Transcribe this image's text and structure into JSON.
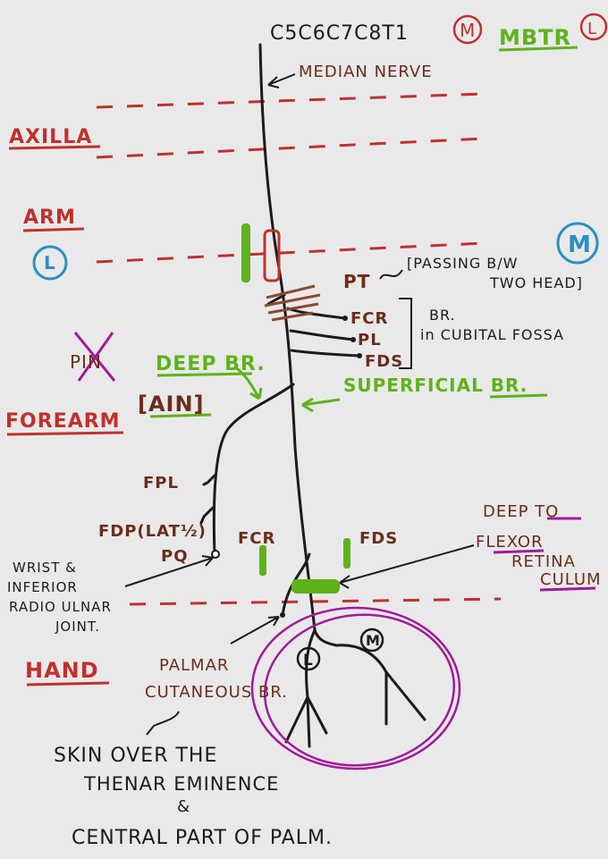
{
  "colors": {
    "ink": "#1b1b1b",
    "red": "#c0312d",
    "brown": "#6b2c1c",
    "green": "#5fb21b",
    "magenta": "#a21a9a",
    "blue": "#2a8fc4",
    "paper": "#e9e9ea"
  },
  "header": {
    "roots": "C5C6C7C8T1",
    "circle_m": "M",
    "mbtr": "MBTR",
    "circle_l": "L",
    "nerve_label": "MEDIAN NERVE"
  },
  "regions": {
    "axilla": "AXILLA",
    "arm": "ARM",
    "forearm": "FOREARM",
    "hand": "HAND"
  },
  "arm_markers": {
    "left": "L",
    "right": "M"
  },
  "branches": {
    "pt": "PT",
    "pt_note_line1": "[PASSING B/W",
    "pt_note_line2": "TWO HEAD]",
    "fcr": "FCR",
    "pl": "PL",
    "fds": "FDS",
    "cubital_line1": "BR.",
    "cubital_line2": "in CUBITAL FOSSA",
    "pin": "PIN",
    "deep_br": "DEEP BR.",
    "ain": "[AIN]",
    "superficial_br": "SUPERFICIAL BR.",
    "fpl": "FPL",
    "fdp": "FDP(LAT½)",
    "pq": "PQ",
    "fcr_lower": "FCR",
    "fds_lower": "FDS",
    "deep_to_line1": "DEEP TO",
    "deep_to_line2": "FLEXOR",
    "deep_to_line3": "RETINA",
    "deep_to_line4": "CULUM",
    "wrist_line1": "WRIST &",
    "wrist_line2": "INFERIOR",
    "wrist_line3": "RADIO ULNAR",
    "wrist_line4": "JOINT.",
    "palmar_line1": "PALMAR",
    "palmar_line2": "CUTANEOUS BR.",
    "hand_l": "L",
    "hand_m": "M",
    "skin_line1": "SKIN OVER THE",
    "skin_line2": "THENAR EMINENCE",
    "skin_line3": "&",
    "skin_line4": "CENTRAL PART OF PALM."
  }
}
